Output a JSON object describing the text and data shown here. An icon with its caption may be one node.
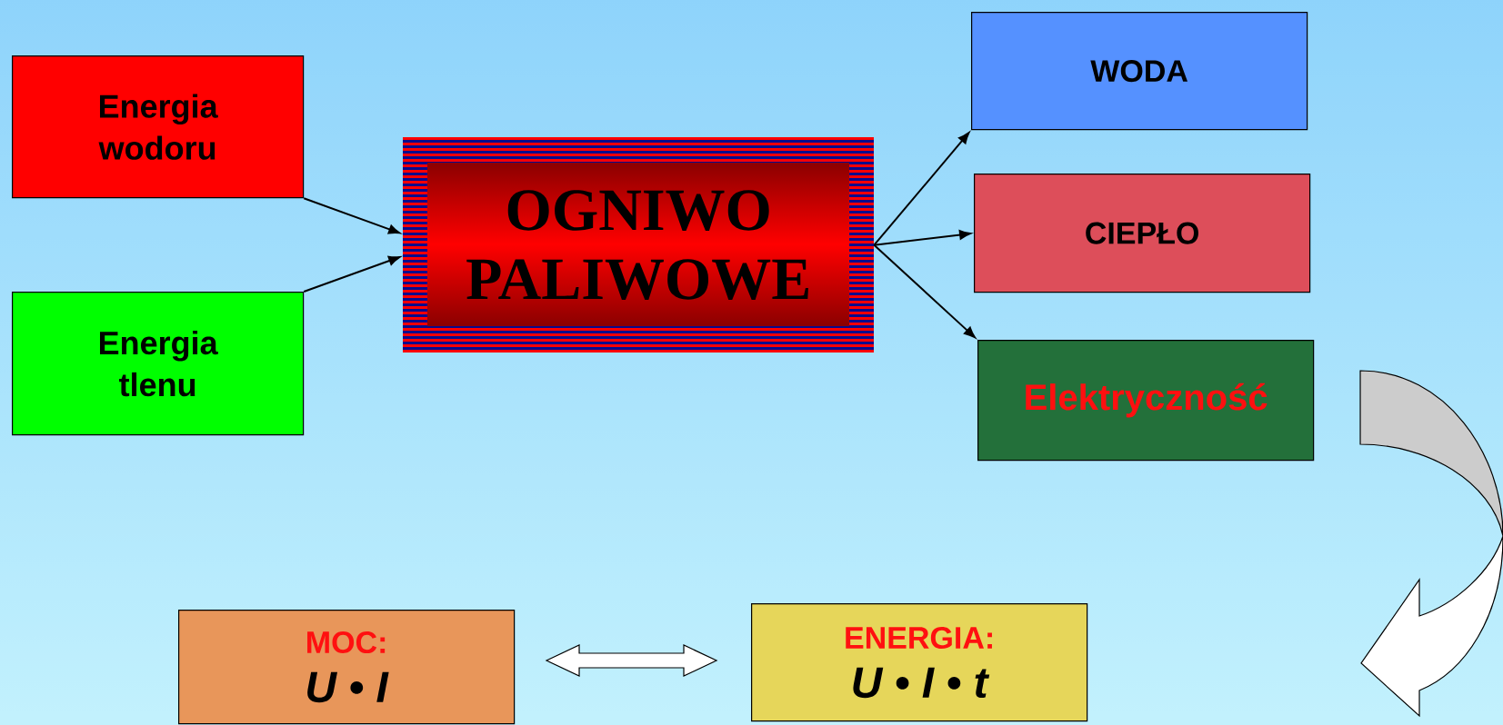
{
  "diagram": {
    "nodes": [
      {
        "text": [
          "Energia wodoru"
        ]
      },
      {
        "text": [
          "Energia tlenu"
        ]
      },
      {
        "text": [
          "OGNIWO PALIWOWE"
        ]
      },
      {
        "text": [
          "WODA"
        ]
      },
      {
        "text": [
          "CIEPŁO"
        ]
      },
      {
        "text": [
          "Elektryczność"
        ]
      },
      {
        "text": [
          "MOC:",
          "U • I"
        ]
      },
      {
        "text": [
          "ENERGIA:",
          "U • I • t"
        ]
      }
    ],
    "edges": [
      {
        "from": 0,
        "to": 2,
        "arrow": "to"
      },
      {
        "from": 1,
        "to": 2,
        "arrow": "to"
      },
      {
        "from": 2,
        "to": 3,
        "arrow": "to"
      },
      {
        "from": 2,
        "to": 4,
        "arrow": "to"
      },
      {
        "from": 2,
        "to": 5,
        "arrow": "to"
      },
      {
        "from": 6,
        "to": 7,
        "arrow": "both"
      }
    ]
  }
}
